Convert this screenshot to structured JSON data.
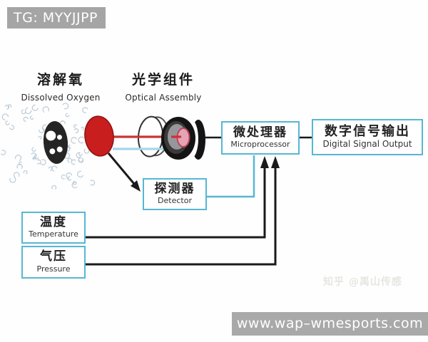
{
  "overlays": {
    "badge": "TG: MYYJJPP",
    "watermark": "知乎 @禹山传感",
    "banner_url": "www.wap–wmesports.com"
  },
  "headings": {
    "dissolved_oxygen": {
      "zh": "溶解氧",
      "en": "Dissolved Oxygen"
    },
    "optical_assembly": {
      "zh": "光学组件",
      "en": "Optical Assembly"
    }
  },
  "nodes": {
    "microprocessor": {
      "zh": "微处理器",
      "en": "Microprocessor"
    },
    "digital_signal_output": {
      "zh": "数字信号输出",
      "en": "Digital Signal Output"
    },
    "detector": {
      "zh": "探测器",
      "en": "Detector"
    },
    "temperature": {
      "zh": "温度",
      "en": "Temperature"
    },
    "pressure": {
      "zh": "气压",
      "en": "Pressure"
    }
  },
  "edges": [
    {
      "from": "optical-assembly",
      "to": "microprocessor",
      "style": "black-line"
    },
    {
      "from": "microprocessor",
      "to": "digital-signal-output",
      "style": "black-line"
    },
    {
      "from": "sensor-membrane",
      "to": "detector",
      "style": "black-arrow"
    },
    {
      "from": "detector",
      "to": "microprocessor",
      "style": "cyan-elbow"
    },
    {
      "from": "temperature",
      "to": "microprocessor",
      "style": "black-arrow"
    },
    {
      "from": "pressure",
      "to": "microprocessor",
      "style": "black-arrow"
    }
  ],
  "colors": {
    "box_border": "#57b7d2",
    "line_black": "#1a1a1a",
    "badge_bg": "#a5a5a5",
    "banner_bg": "#a9a9a9",
    "membrane_red": "#c81e1e",
    "led_pink": "#e6a3b3",
    "beam_red": "#cc3333",
    "beam_blue": "#a6d6e8",
    "bubble": "#b5c6d2",
    "watermark": "#e6e6e2"
  }
}
